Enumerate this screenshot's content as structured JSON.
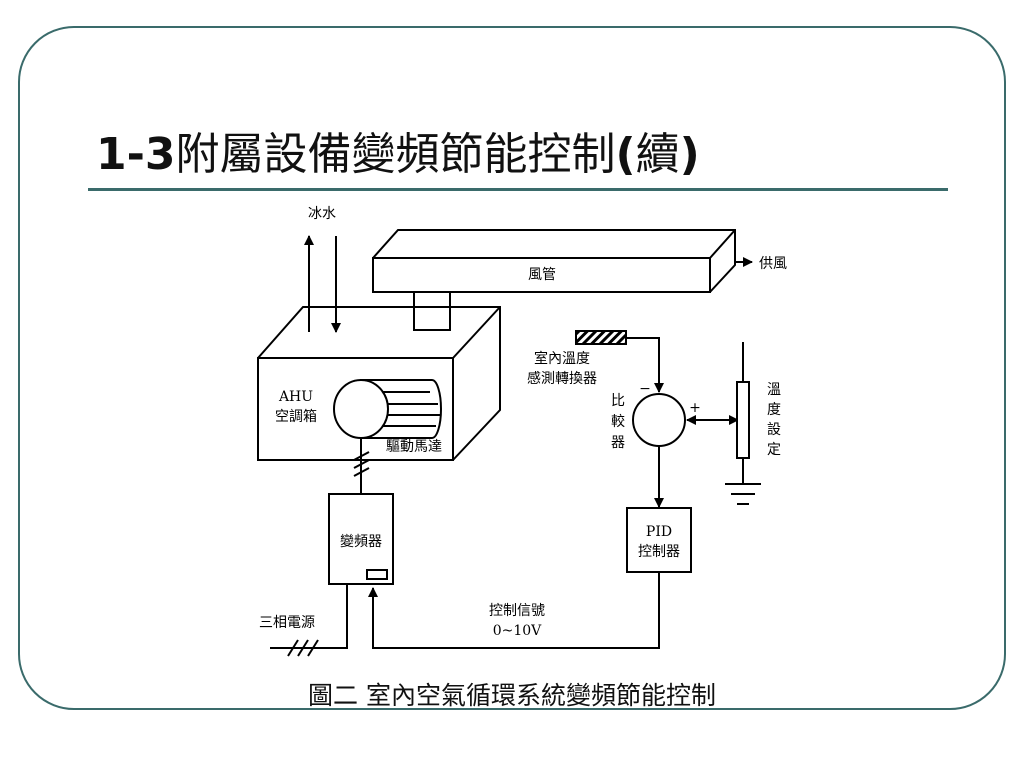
{
  "title": {
    "number": "1-3",
    "text": "附屬設備變頻節能控制",
    "suffix_open": "(",
    "suffix_word": "續",
    "suffix_close": ")"
  },
  "labels": {
    "chilled_water": "冰水",
    "duct": "風管",
    "supply_air": "供風",
    "sensor_line1": "室內溫度",
    "sensor_line2": "感測轉換器",
    "comparator": [
      "比",
      "較",
      "器"
    ],
    "setpoint": [
      "溫",
      "度",
      "設",
      "定"
    ],
    "minus": "−",
    "plus": "+",
    "ahu_line1": "AHU",
    "ahu_line2": "空調箱",
    "motor": "驅動馬達",
    "inverter": "變頻器",
    "pid_line1": "PID",
    "pid_line2": "控制器",
    "signal_line1": "控制信號",
    "signal_line2": "0~10V",
    "power": "三相電源"
  },
  "caption": "圖二 室內空氣循環系統變頻節能控制",
  "colors": {
    "frame": "#3a6b6b",
    "ink": "#000000"
  }
}
